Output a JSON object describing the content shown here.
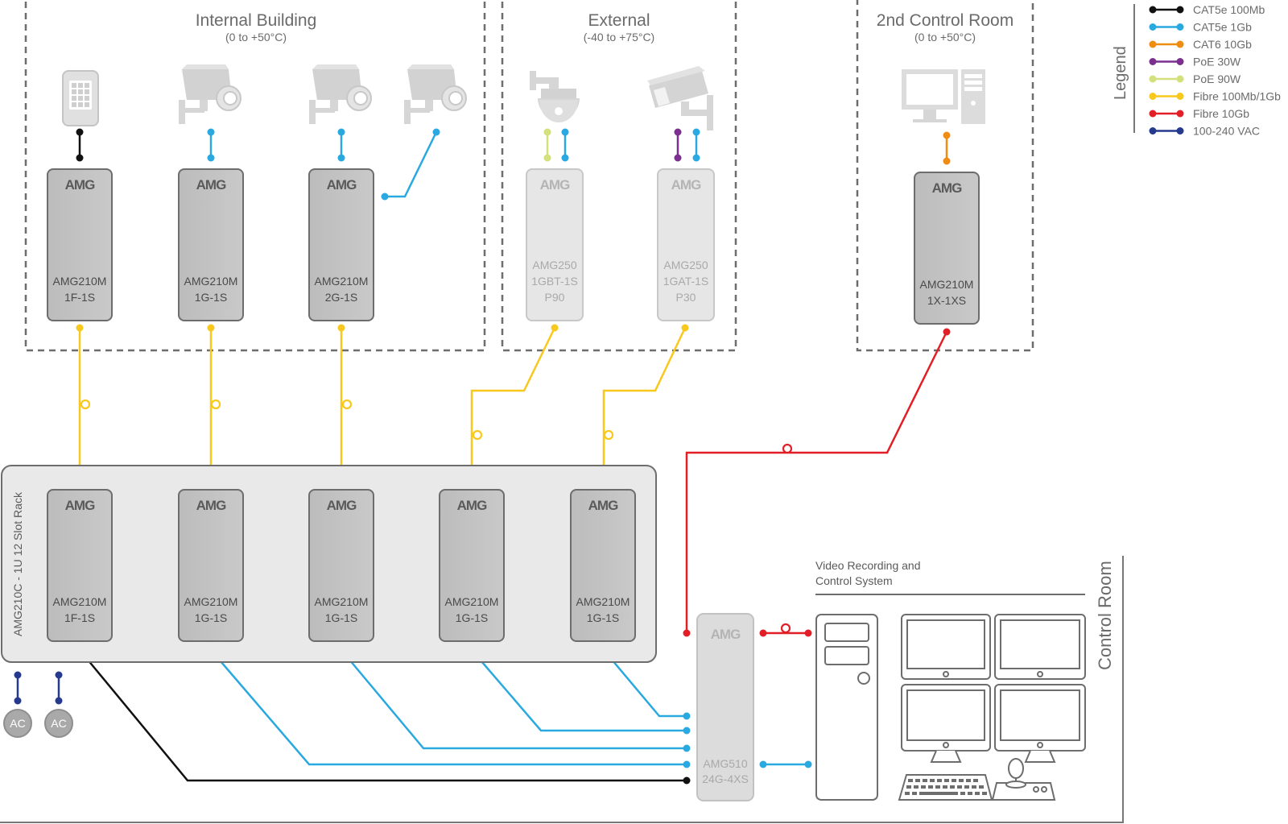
{
  "zones": {
    "internal_title": "Internal Building",
    "internal_range": "(0 to +50°C)",
    "external_title": "External",
    "external_range": "(-40 to +75°C)",
    "control2_title": "2nd Control Room",
    "control2_range": "(0 to +50°C)",
    "control_room": "Control Room"
  },
  "brand": "AMG",
  "modules": {
    "int1": [
      "AMG210M",
      "1F-1S"
    ],
    "int2": [
      "AMG210M",
      "1G-1S"
    ],
    "int3": [
      "AMG210M",
      "2G-1S"
    ],
    "ext1": [
      "AMG250",
      "1GBT-1S",
      "P90"
    ],
    "ext2": [
      "AMG250",
      "1GAT-1S",
      "P30"
    ],
    "ctrl2": [
      "AMG210M",
      "1X-1XS"
    ],
    "rack1": [
      "AMG210M",
      "1F-1S"
    ],
    "rack2": [
      "AMG210M",
      "1G-1S"
    ],
    "rack3": [
      "AMG210M",
      "1G-1S"
    ],
    "rack4": [
      "AMG210M",
      "1G-1S"
    ],
    "rack5": [
      "AMG210M",
      "1G-1S"
    ],
    "switch": [
      "AMG510",
      "24G-4XS"
    ]
  },
  "rack_label": "AMG210C - 1U 12 Slot Rack",
  "ac_label": "AC",
  "vrs_label": [
    "Video Recording and",
    "Control System"
  ],
  "legend": {
    "title": "Legend",
    "items": [
      {
        "label": "CAT5e 100Mb",
        "color": "#111111"
      },
      {
        "label": "CAT5e 1Gb",
        "color": "#29a9e0"
      },
      {
        "label": "CAT6 10Gb",
        "color": "#ef8c12"
      },
      {
        "label": "PoE 30W",
        "color": "#7b2f8f"
      },
      {
        "label": "PoE 90W",
        "color": "#d4e07c"
      },
      {
        "label": "Fibre 100Mb/1Gb",
        "color": "#f8c81c"
      },
      {
        "label": "Fibre 10Gb",
        "color": "#e21f26"
      },
      {
        "label": "100-240 VAC",
        "color": "#253a8e"
      }
    ]
  }
}
